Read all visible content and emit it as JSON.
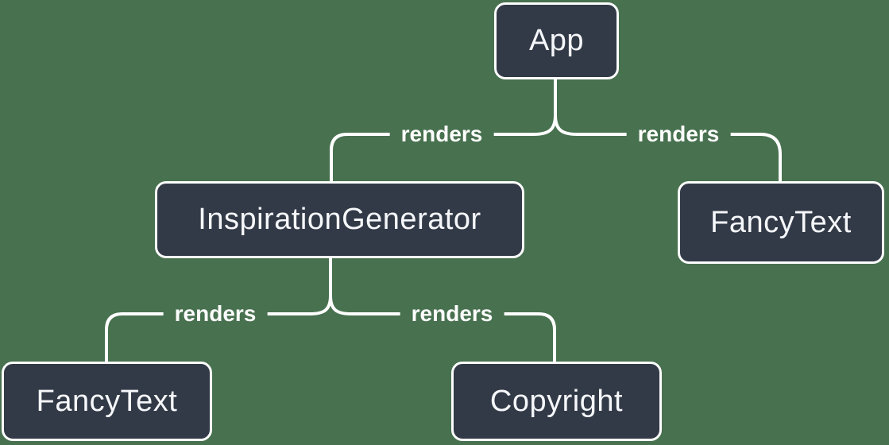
{
  "diagram": {
    "type": "render-tree",
    "background_color": "#48714F",
    "node_fill_color": "#333A47",
    "node_border_color": "#FBFCFC",
    "node_text_color": "#F5F7FA",
    "edge_color": "#FFFFFF",
    "nodes": [
      {
        "id": "app",
        "label": "App"
      },
      {
        "id": "inspiration-generator",
        "label": "InspirationGenerator"
      },
      {
        "id": "fancy-text-top",
        "label": "FancyText"
      },
      {
        "id": "fancy-text-bottom",
        "label": "FancyText"
      },
      {
        "id": "copyright",
        "label": "Copyright"
      }
    ],
    "edges": [
      {
        "from": "App",
        "to": "InspirationGenerator",
        "label": "renders"
      },
      {
        "from": "App",
        "to": "FancyText",
        "label": "renders"
      },
      {
        "from": "InspirationGenerator",
        "to": "FancyText",
        "label": "renders"
      },
      {
        "from": "InspirationGenerator",
        "to": "Copyright",
        "label": "renders"
      }
    ]
  }
}
